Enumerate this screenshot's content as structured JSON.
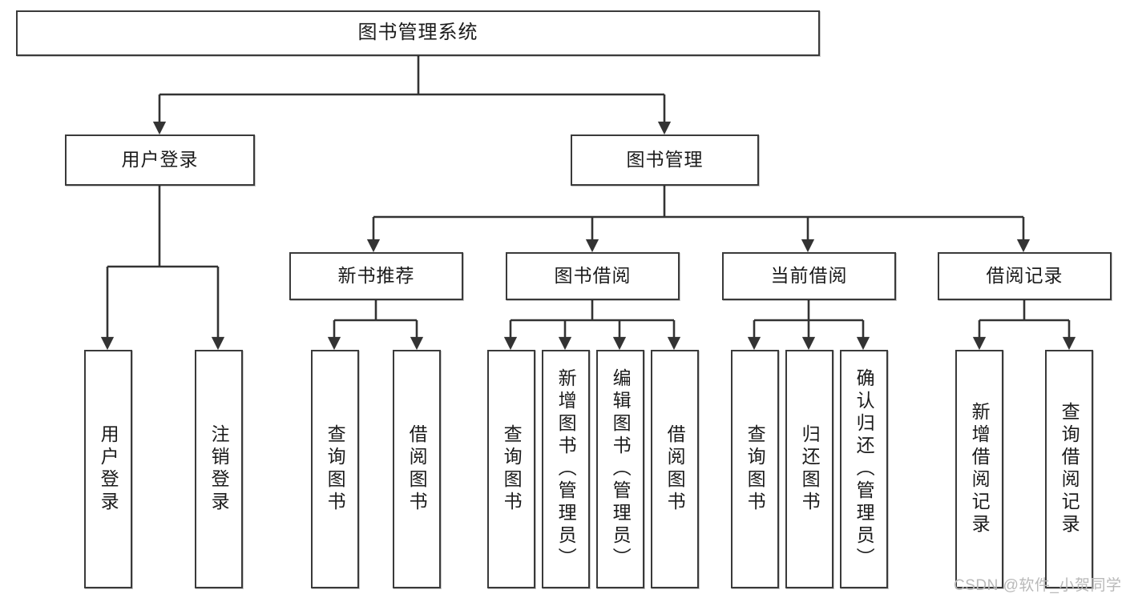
{
  "diagram": {
    "title": "图书管理系统",
    "type": "tree-hierarchy-chart",
    "watermark": "CSDN @软件_小贺同学",
    "colors": {
      "box_stroke": "#3a3a3a",
      "box_fill": "#ffffff",
      "connector": "#333333",
      "text": "#1b1b1b",
      "watermark": "#b9b9b9",
      "background": "#ffffff"
    },
    "levels": {
      "root": {
        "label": "图书管理系统"
      },
      "level2": [
        {
          "id": "user-login",
          "label": "用户登录"
        },
        {
          "id": "book-manage",
          "label": "图书管理"
        }
      ],
      "level3": [
        {
          "id": "new-book-recommend",
          "label": "新书推荐"
        },
        {
          "id": "book-borrow",
          "label": "图书借阅"
        },
        {
          "id": "current-borrow",
          "label": "当前借阅"
        },
        {
          "id": "borrow-record",
          "label": "借阅记录"
        }
      ],
      "leaves": {
        "user_login": [
          {
            "id": "leaf-user-login",
            "label": "用户登录"
          },
          {
            "id": "leaf-logout-login",
            "label": "注销登录"
          }
        ],
        "new_book_recommend": [
          {
            "id": "leaf-query-book-1",
            "label": "查询图书"
          },
          {
            "id": "leaf-borrow-book-1",
            "label": "借阅图书"
          }
        ],
        "book_borrow": [
          {
            "id": "leaf-query-book-2",
            "label": "查询图书"
          },
          {
            "id": "leaf-add-book-admin",
            "label": "新增图书（管理员）"
          },
          {
            "id": "leaf-edit-book-admin",
            "label": "编辑图书（管理员）"
          },
          {
            "id": "leaf-borrow-book-2",
            "label": "借阅图书"
          }
        ],
        "current_borrow": [
          {
            "id": "leaf-query-book-3",
            "label": "查询图书"
          },
          {
            "id": "leaf-return-book",
            "label": "归还图书"
          },
          {
            "id": "leaf-confirm-return-admin",
            "label": "确认归还（管理员）"
          }
        ],
        "borrow_record": [
          {
            "id": "leaf-add-borrow-record",
            "label": "新增借阅记录"
          },
          {
            "id": "leaf-query-borrow-record",
            "label": "查询借阅记录"
          }
        ]
      }
    }
  }
}
